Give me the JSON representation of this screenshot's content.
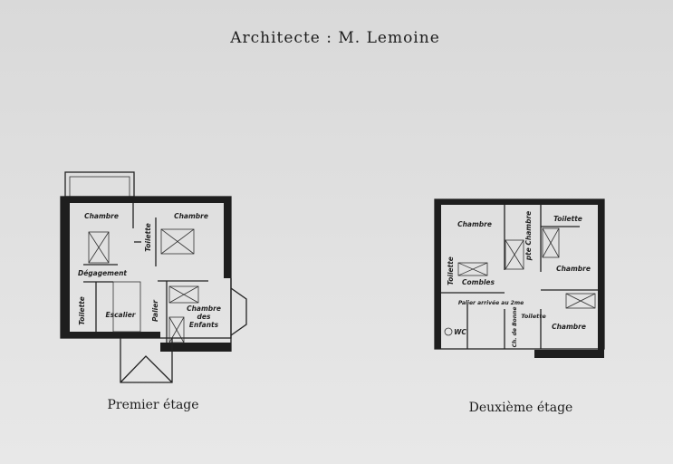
{
  "title": "Architecte : M. Lemoine",
  "plans": [
    {
      "caption": "Premier étage",
      "rooms": [
        "Chambre",
        "Chambre",
        "Toilette",
        "Dégagement",
        "Toilette",
        "Escalier",
        "Palier",
        "Chambre",
        "des",
        "Enfants"
      ]
    },
    {
      "caption": "Deuxième étage",
      "rooms": [
        "Chambre",
        "pte Chambre",
        "Toilette",
        "Chambre",
        "Toilette",
        "Combles",
        "Palier arrivée au 2me",
        "Ch. de Bonne",
        "Toilette",
        "Chambre",
        "WC"
      ]
    }
  ]
}
